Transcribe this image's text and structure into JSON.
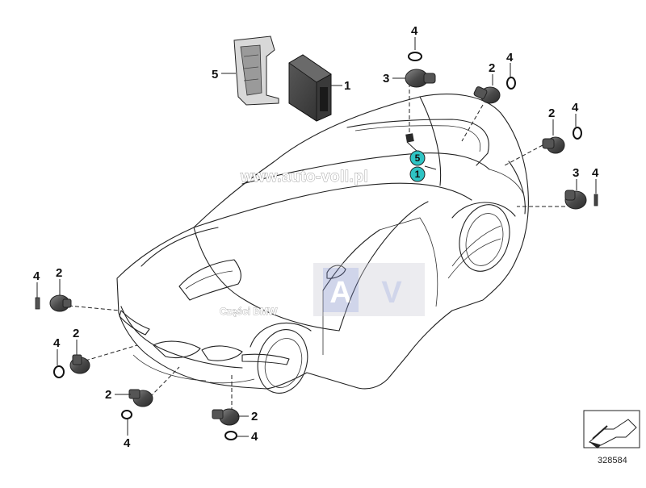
{
  "callouts": {
    "relay_top": "5",
    "module_top": "1",
    "ring_roof": "4",
    "sensor_roof": "3",
    "sensor_front_right": "2",
    "ring_front_right": "4",
    "sensor_side_right": "2",
    "ring_side_right": "4",
    "sensor_rear": "3",
    "ring_rear": "4",
    "ring_left_a": "4",
    "sensor_left_a": "2",
    "sensor_left_b": "2",
    "ring_left_b": "4",
    "sensor_front_b": "2",
    "ring_front_b": "4",
    "sensor_front_c": "2",
    "ring_front_c": "4",
    "highlight_upper": "5",
    "highlight_lower": "1"
  },
  "watermark": {
    "url": "www.auto-voll.pl",
    "logo_left": "A",
    "logo_right": "V",
    "subtitle": "Części BMW"
  },
  "diagram_id": "328584",
  "colors": {
    "highlight": "#2ec4c4",
    "part_dark": "#3a3a3a",
    "line": "#222222",
    "logo_blue": "#2c3f9e"
  }
}
